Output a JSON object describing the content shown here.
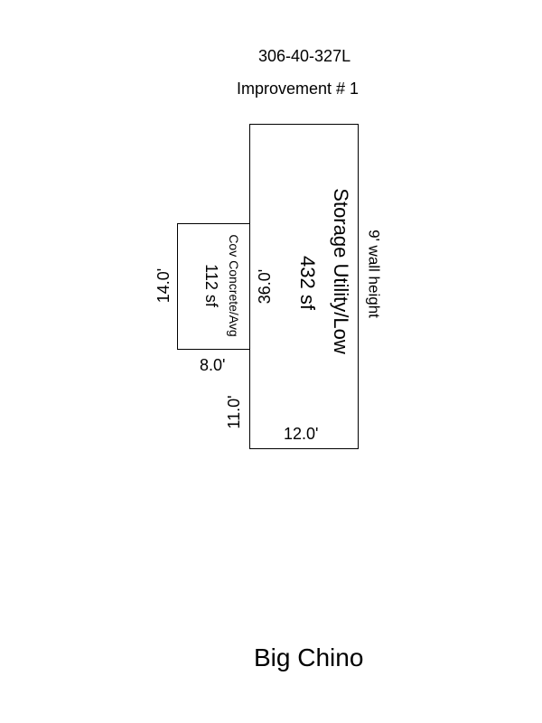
{
  "header": {
    "parcel_id": "306-40-327L",
    "improvement_label": "Improvement # 1"
  },
  "sketch": {
    "storage": {
      "label": "Storage Utility/Low",
      "area": "432 sf",
      "wall_height": "9' wall height",
      "depth": "36.0'",
      "width": "12.0'"
    },
    "covered": {
      "label": "Cov Concrete/Avg",
      "area": "112 sf",
      "depth": "14.0'",
      "width": "8.0'"
    },
    "offset": "11.0'"
  },
  "footer": {
    "location": "Big Chino"
  }
}
